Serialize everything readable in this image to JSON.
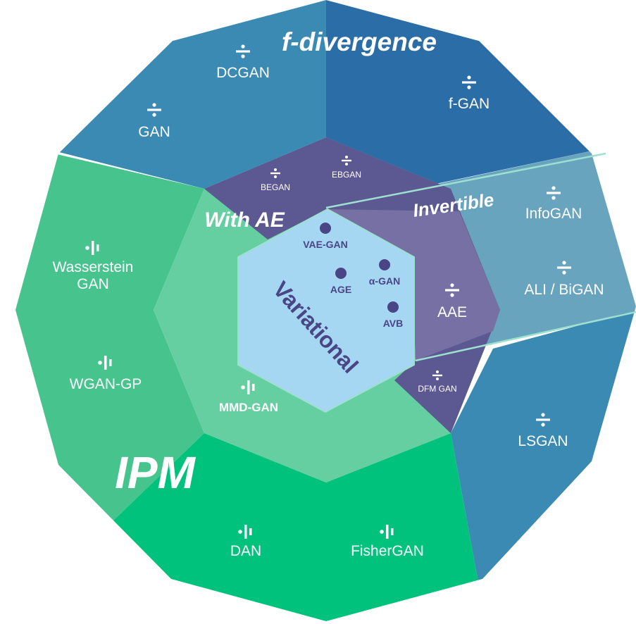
{
  "regions": {
    "f_divergence": "f-divergence",
    "ipm": "IPM",
    "with_ae": "With AE",
    "invertible": "Invertible",
    "variational": "Variational"
  },
  "models": {
    "dcgan": "DCGAN",
    "gan": "GAN",
    "fgan": "f-GAN",
    "began": "BEGAN",
    "ebgan": "EBGAN",
    "infogan": "InfoGAN",
    "ali_bigan": "ALI / BiGAN",
    "aae": "AAE",
    "dfm_gan": "DFM GAN",
    "lsgan": "LSGAN",
    "wasserstein_gan_line1": "Wasserstein",
    "wasserstein_gan_line2": "GAN",
    "wgan_gp": "WGAN-GP",
    "mmd_gan": "MMD-GAN",
    "dan": "DAN",
    "fishergan": "FisherGAN",
    "vae_gan": "VAE-GAN",
    "age": "AGE",
    "alpha_gan": "α-GAN",
    "avb": "AVB"
  },
  "colors": {
    "f_divergence_left": "#3a8ab4",
    "f_divergence_right": "#2b6da6",
    "ipm_outer": "#47c48d",
    "ipm_bottom": "#00c27c",
    "ipm_inner": "#66cfa1",
    "with_ae": "#5c5891",
    "invertible": "#7770a5",
    "invertible_band": "#69a4bf",
    "variational": "#a5d7f2",
    "dark_label": "#4a4585"
  },
  "icons": {
    "f_divergence_models": "divide-icon",
    "ipm_models": "ipm-bar-icon",
    "variational_models": "dot-icon"
  }
}
